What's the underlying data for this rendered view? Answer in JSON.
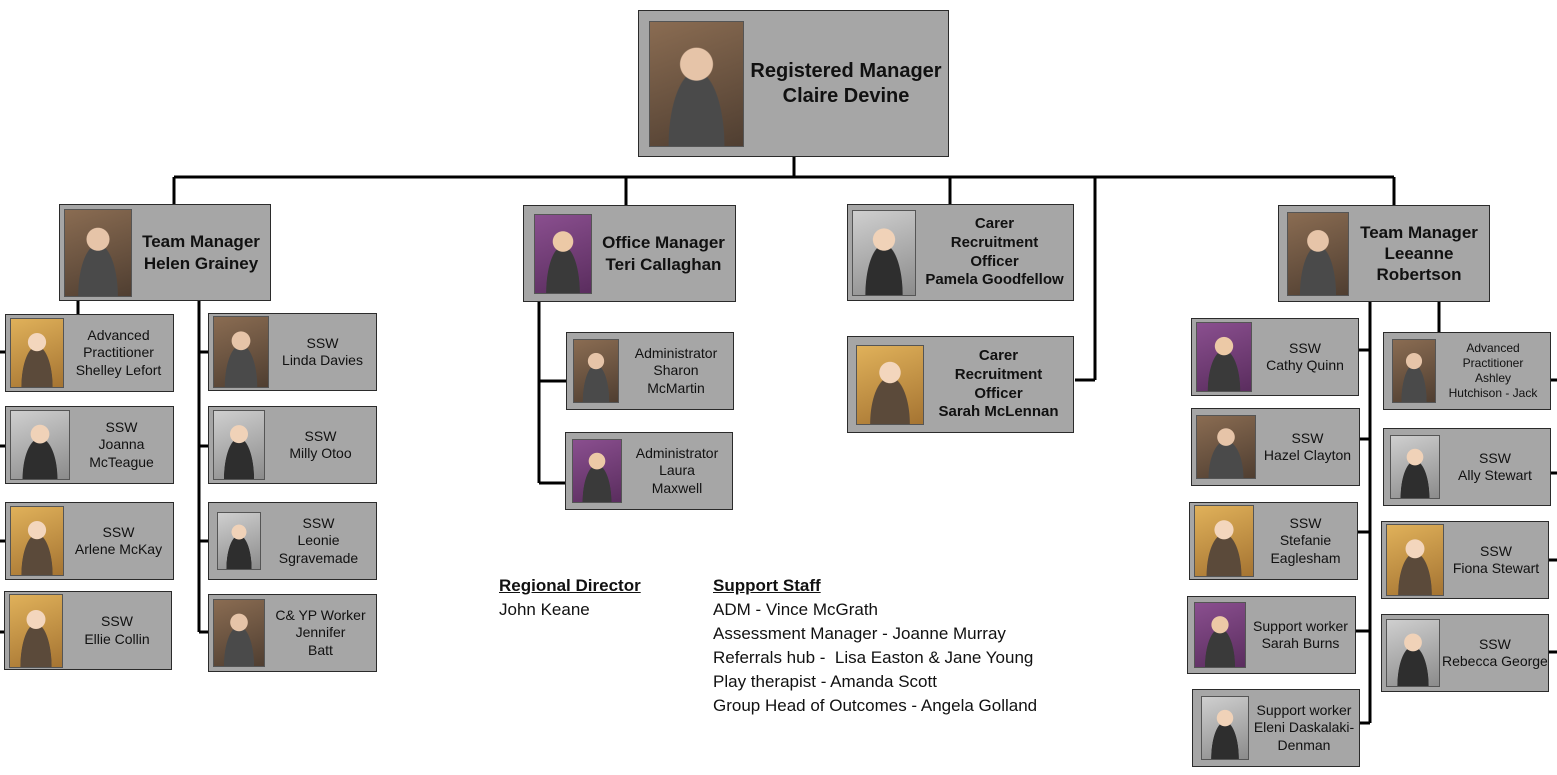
{
  "registered_manager": {
    "role": "Registered Manager",
    "name": "Claire Devine"
  },
  "teams": [
    {
      "role": "Team Manager",
      "name": "Helen Grainey"
    },
    {
      "role": "Office Manager",
      "name": "Teri Callaghan"
    },
    {
      "role_line1": "Carer",
      "role_line2": "Recruitment",
      "role_line3": "Officer",
      "name": "Pamela Goodfellow"
    },
    {
      "role": "Team Manager",
      "name_line1": "Leeanne",
      "name_line2": "Robertson"
    }
  ],
  "carer_officer_2": {
    "role_line1": "Carer",
    "role_line2": "Recruitment",
    "role_line3": "Officer",
    "name": "Sarah McLennan"
  },
  "helen_team_left": [
    {
      "l1": "Advanced",
      "l2": "Practitioner",
      "l3": "Shelley Lefort"
    },
    {
      "l1": "SSW",
      "l2": "Joanna",
      "l3": "McTeague"
    },
    {
      "l1": "SSW",
      "l2": "Arlene McKay"
    },
    {
      "l1": "SSW",
      "l2": "Ellie Collin"
    }
  ],
  "helen_team_right": [
    {
      "l1": "SSW",
      "l2": "Linda Davies"
    },
    {
      "l1": "SSW",
      "l2": "Milly Otoo"
    },
    {
      "l1": "SSW",
      "l2": "Leonie",
      "l3": "Sgravemade"
    },
    {
      "l1": "C& YP Worker",
      "l2": "Jennifer",
      "l3": "Batt"
    }
  ],
  "admin": [
    {
      "l1": "Administrator",
      "l2": "Sharon",
      "l3": "McMartin"
    },
    {
      "l1": "Administrator",
      "l2": "Laura",
      "l3": "Maxwell"
    }
  ],
  "leeanne_team_left": [
    {
      "l1": "SSW",
      "l2": "Cathy Quinn"
    },
    {
      "l1": "SSW",
      "l2": "Hazel Clayton"
    },
    {
      "l1": "SSW",
      "l2": "Stefanie",
      "l3": "Eaglesham"
    },
    {
      "l1": "Support worker",
      "l2": "Sarah Burns"
    },
    {
      "l1": "Support worker",
      "l2": "Eleni Daskalaki-",
      "l3": "Denman"
    }
  ],
  "leeanne_team_right": [
    {
      "l1": "Advanced",
      "l2": "Practitioner",
      "l3": "Ashley",
      "l4": "Hutchison - Jack"
    },
    {
      "l1": "SSW",
      "l2": "Ally Stewart"
    },
    {
      "l1": "SSW",
      "l2": "Fiona Stewart"
    },
    {
      "l1": "SSW",
      "l2": "Rebecca George"
    }
  ],
  "regional_director": {
    "heading": "Regional Director",
    "name": "John Keane"
  },
  "support_staff": {
    "heading": "Support Staff",
    "items": [
      "ADM - Vince McGrath",
      "Assessment Manager - Joanne Murray",
      "Referrals hub -  Lisa Easton & Jane Young",
      "Play therapist - Amanda Scott",
      "Group Head of Outcomes - Angela Golland"
    ]
  }
}
